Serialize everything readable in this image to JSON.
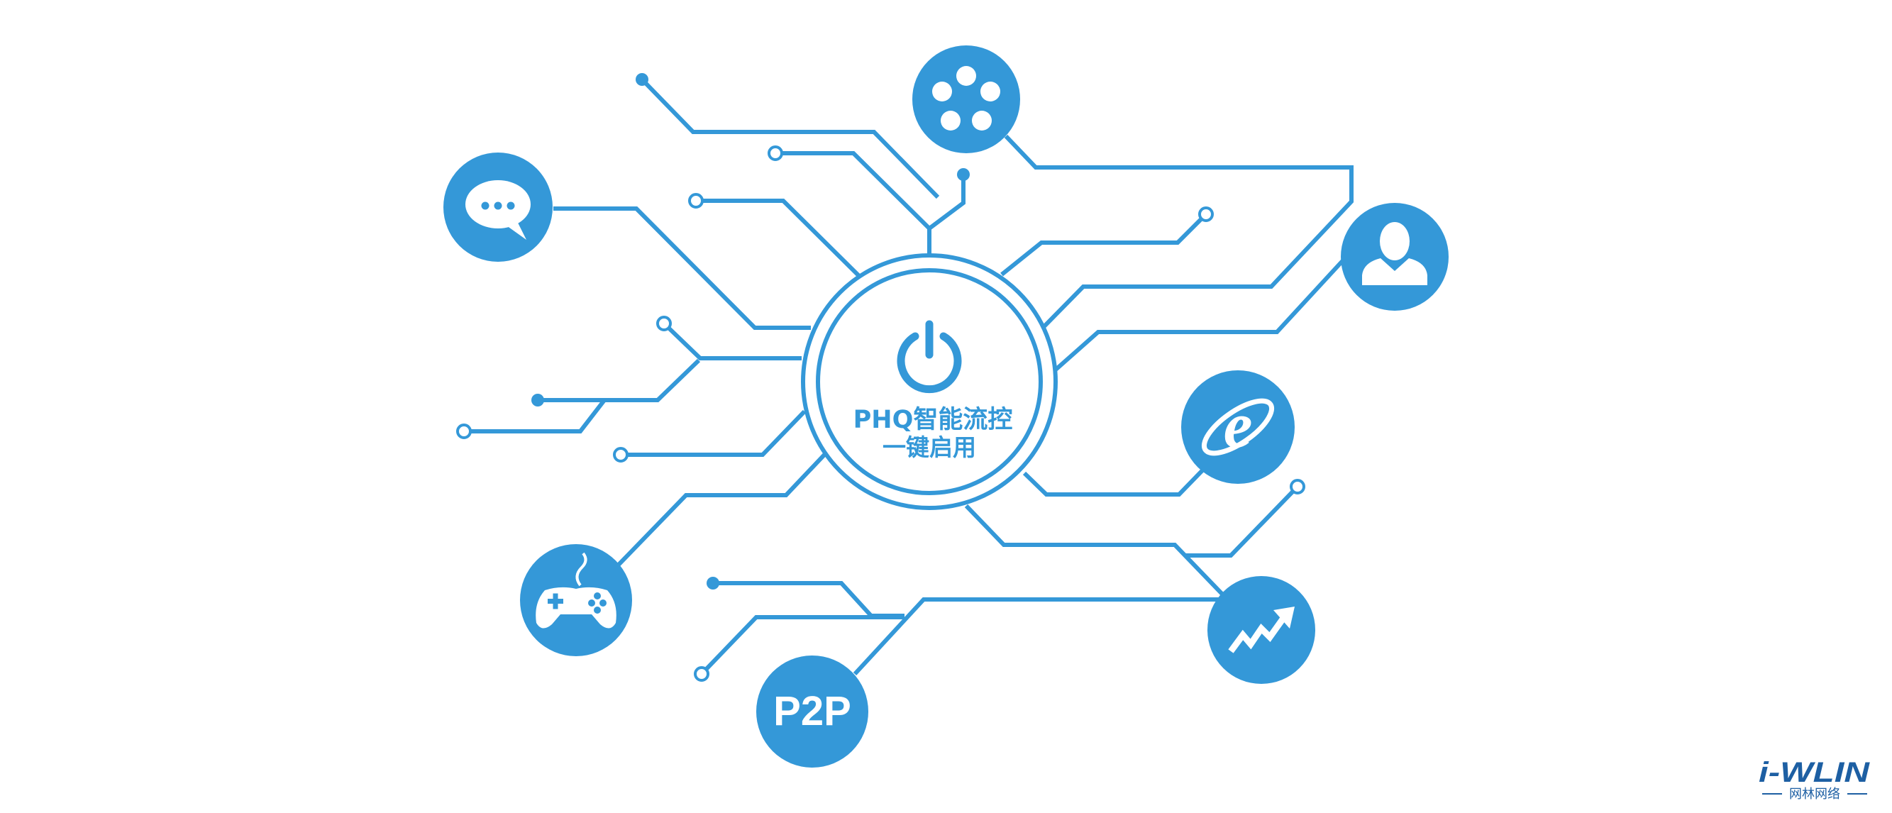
{
  "colors": {
    "accent": "#3498d8",
    "background": "#ffffff",
    "logo": "#1d5fa3"
  },
  "center": {
    "icon": "power-icon",
    "line1": "PHQ智能流控",
    "line2": "一键启用"
  },
  "apps": [
    {
      "name": "chat",
      "icon": "chat-bubble-icon"
    },
    {
      "name": "video",
      "icon": "film-reel-icon"
    },
    {
      "name": "user",
      "icon": "user-icon"
    },
    {
      "name": "browser",
      "icon": "internet-explorer-icon"
    },
    {
      "name": "stocks",
      "icon": "trend-arrow-icon"
    },
    {
      "name": "p2p",
      "icon": "p2p-icon",
      "label": "P2P"
    },
    {
      "name": "game",
      "icon": "gamepad-icon"
    }
  ],
  "logo": {
    "mark": "i-WLIN",
    "sub": "网林网络"
  }
}
